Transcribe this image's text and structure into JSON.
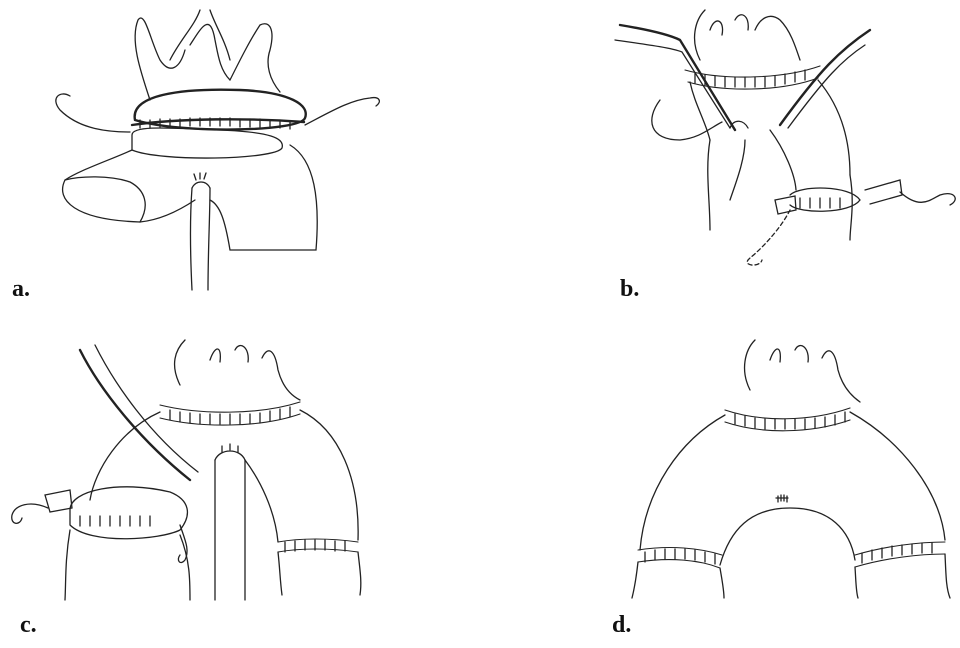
{
  "figure": {
    "panels": [
      {
        "id": "a",
        "label": "a."
      },
      {
        "id": "b",
        "label": "b."
      },
      {
        "id": "c",
        "label": "c."
      },
      {
        "id": "d",
        "label": "d."
      }
    ]
  },
  "colors": {
    "line": "#222222",
    "background": "#ffffff"
  }
}
